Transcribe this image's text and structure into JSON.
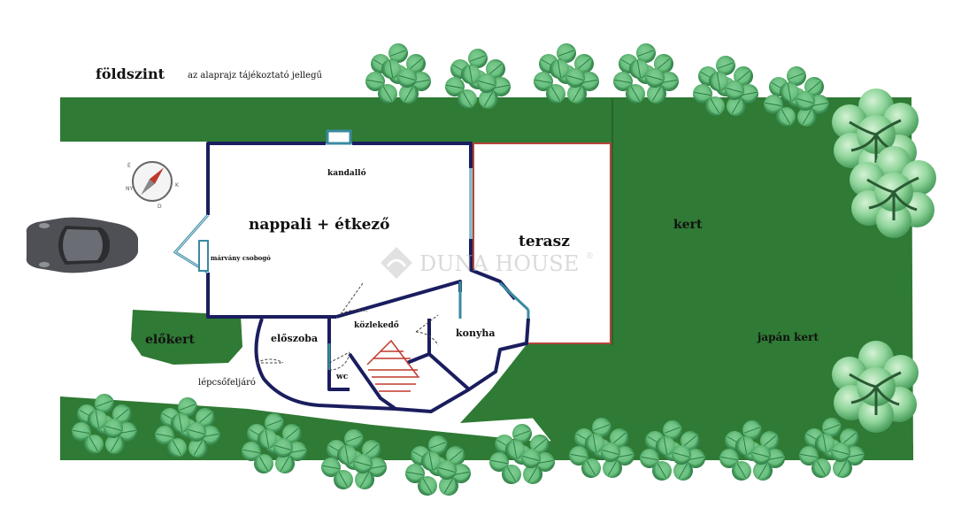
{
  "header": {
    "floor_label": "földszint",
    "disclaimer": "az alaprajz tájékoztató jellegű"
  },
  "rooms": {
    "living": "nappali + étkező",
    "fireplace": "kandalló",
    "marble_sink": "márvány csobogó",
    "terrace": "terasz",
    "garden": "kert",
    "japanese_garden": "japán kert",
    "front_garden": "előkert",
    "entrance_stairs": "lépcsőfeljáró",
    "hall": "előszoba",
    "corridor": "közlekedő",
    "kitchen": "konyha",
    "wc": "wc"
  },
  "watermark": {
    "brand": "DUNA HOUSE",
    "mark": "®"
  },
  "colors": {
    "lawn": "#2f7a34",
    "wall": "#1a1d5e",
    "window": "#3a8aa0",
    "terrace_border": "#b6453b",
    "shrub": "#5cb26d",
    "car": "#4e5055"
  },
  "icons": {
    "compass": "compass-icon",
    "car": "car-icon",
    "shrubs": "shrub-icon",
    "trees": "tree-icon",
    "logo": "duna-house-logo-icon"
  }
}
